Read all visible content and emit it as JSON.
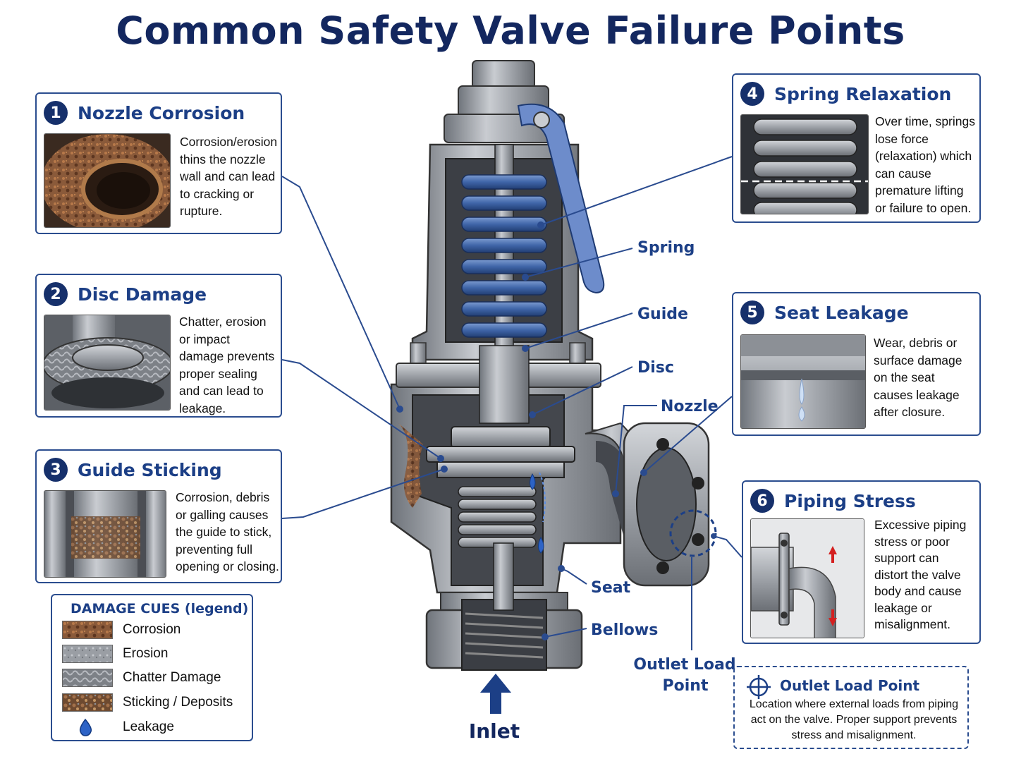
{
  "title": "Common Safety Valve Failure Points",
  "cards": [
    {
      "num": "1",
      "title": "Nozzle Corrosion",
      "desc": [
        "Corrosion/erosion",
        "thins the nozzle",
        "wall and can lead",
        "to cracking or",
        "rupture."
      ]
    },
    {
      "num": "2",
      "title": "Disc Damage",
      "desc": [
        "Chatter, erosion",
        "or impact",
        "damage prevents",
        "proper sealing",
        "and can lead to",
        "leakage."
      ]
    },
    {
      "num": "3",
      "title": "Guide Sticking",
      "desc": [
        "Corrosion, debris",
        "or galling causes",
        "the guide to stick,",
        "preventing full",
        "opening or closing."
      ]
    },
    {
      "num": "4",
      "title": "Spring Relaxation",
      "desc": [
        "Over time, springs",
        "lose force",
        "(relaxation) which",
        "can cause",
        "premature lifting",
        "or failure to open."
      ]
    },
    {
      "num": "5",
      "title": "Seat Leakage",
      "desc": [
        "Wear, debris or",
        "surface damage",
        "on the seat",
        "causes leakage",
        "after closure."
      ]
    },
    {
      "num": "6",
      "title": "Piping Stress",
      "desc": [
        "Excessive piping",
        "stress or poor",
        "support can",
        "distort the valve",
        "body and cause",
        "leakage or",
        "misalignment."
      ]
    }
  ],
  "parts": {
    "spring": "Spring",
    "guide": "Guide",
    "disc": "Disc",
    "nozzle": "Nozzle",
    "seat": "Seat",
    "bellows": "Bellows",
    "outlet_load_1": "Outlet Load",
    "outlet_load_2": "Point",
    "inlet": "Inlet"
  },
  "legend": {
    "title": "DAMAGE CUES (legend)",
    "items": [
      "Corrosion",
      "Erosion",
      "Chatter Damage",
      "Sticking / Deposits",
      "Leakage"
    ]
  },
  "note": {
    "title": "Outlet Load Point",
    "text": "Location where external loads from piping act on the valve. Proper support prevents stress and misalignment."
  },
  "colors": {
    "navy": "#13275f",
    "accent": "#1c3f86",
    "spring": "#4a6fb0",
    "metal": "#a9adb3",
    "rust": "#8b4a22"
  }
}
